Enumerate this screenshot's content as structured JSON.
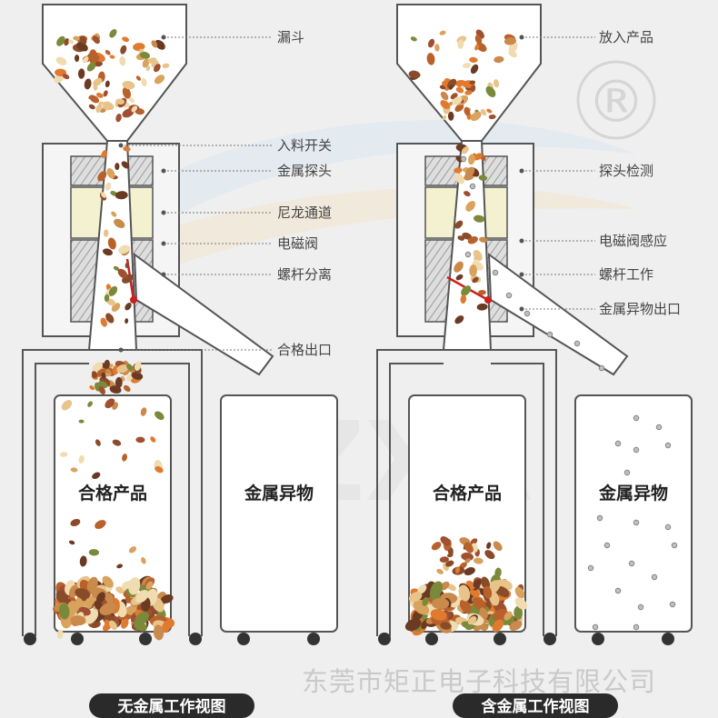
{
  "watermark": {
    "text": "JZXR",
    "registered_mark": "®"
  },
  "left_diagram": {
    "labels": {
      "hopper": "漏斗",
      "feed_switch": "入料开关",
      "metal_probe": "金属探头",
      "nylon_channel": "尼龙通道",
      "solenoid_valve": "电磁阀",
      "screw_separation": "螺杆分离",
      "qualified_outlet": "合格出口"
    },
    "bins": {
      "qualified": "合格产品",
      "metal": "金属异物"
    },
    "caption": "无金属工作视图"
  },
  "right_diagram": {
    "labels": {
      "put_product": "放入产品",
      "probe_detect": "探头检测",
      "valve_sense": "电磁阀感应",
      "screw_work": "螺杆工作",
      "metal_outlet": "金属异物出口"
    },
    "bins": {
      "qualified": "合格产品",
      "metal": "金属异物"
    },
    "caption": "含金属工作视图"
  },
  "company": "东莞市矩正电子科技有限公司",
  "colors": {
    "frame": "#555555",
    "red": "#cc1f1f",
    "pill": "#2a2a2a",
    "yellow": "#f3f1d0",
    "watermark_blue": "#dde6ee",
    "watermark_tan": "#efe6d6"
  }
}
